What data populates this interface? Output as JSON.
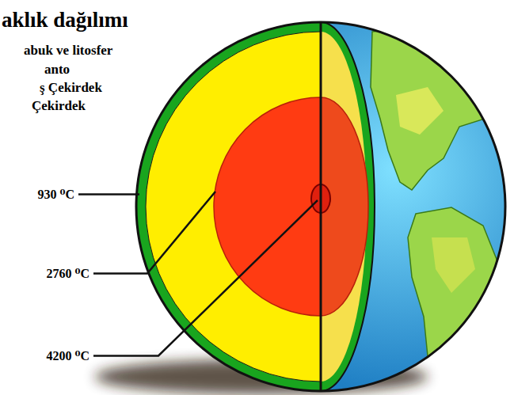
{
  "diagram": {
    "title": "aklık dağılımı",
    "labels": [
      "abuk ve litosfer",
      "anto",
      "ş Çekirdek",
      "Çekirdek",
      "930 ⁰C",
      "2760 ⁰C",
      "4200 ⁰C"
    ]
  }
}
